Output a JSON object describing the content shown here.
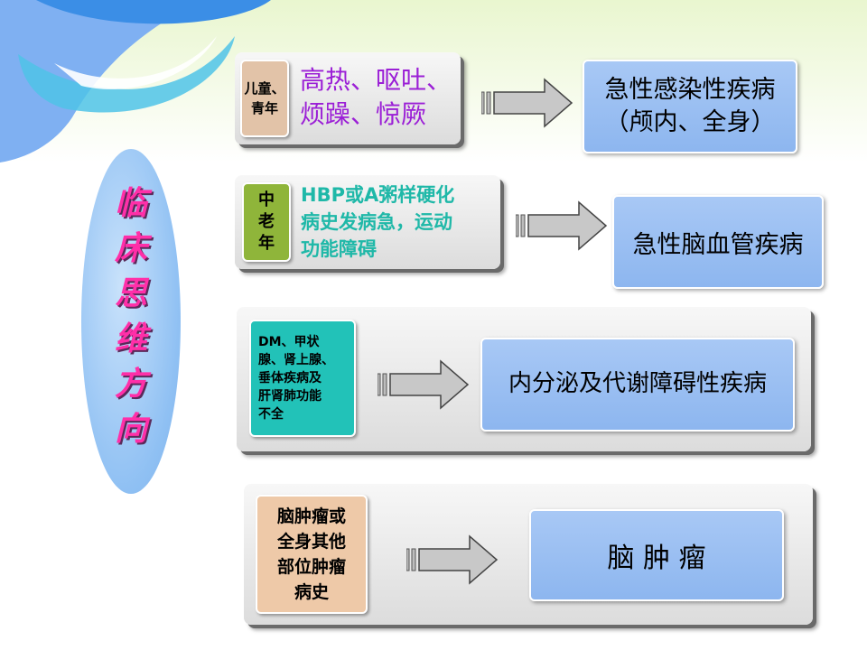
{
  "side_title": [
    "临",
    "床",
    "思",
    "维",
    "方",
    "向"
  ],
  "rows": [
    {
      "tag": [
        "儿童、",
        "青年"
      ],
      "symptoms": [
        "高热、呕吐、",
        "烦躁、惊厥"
      ],
      "result": [
        "急性感染性疾病",
        "（颅内、全身）"
      ]
    },
    {
      "tag": [
        "中",
        "老",
        "年"
      ],
      "symptoms": [
        "HBP或A粥样硬化",
        "病史发病急，运动",
        "功能障碍"
      ],
      "result": [
        "急性脑血管疾病"
      ]
    },
    {
      "tag": [
        "DM、甲状",
        "腺、肾上腺、",
        "垂体疾病及",
        "肝肾肺功能",
        "不全"
      ],
      "result": [
        "内分泌及代谢障碍性疾病"
      ]
    },
    {
      "tag": [
        "脑肿瘤或",
        "全身其他",
        "部位肿瘤",
        "病史"
      ],
      "result": [
        "脑 肿 瘤"
      ]
    }
  ],
  "colors": {
    "tag_row1": "#e2c3a8",
    "tag_row2": "#8fb53a",
    "tag_row3": "#22c2b8",
    "tag_row4": "#eec9a8",
    "symptom_row1": "#9b1fd6",
    "symptom_row2": "#1fb8a8",
    "title": "#ff2fa8",
    "target": "#8db6ef"
  },
  "icons": [
    "arrow-right-icon"
  ]
}
